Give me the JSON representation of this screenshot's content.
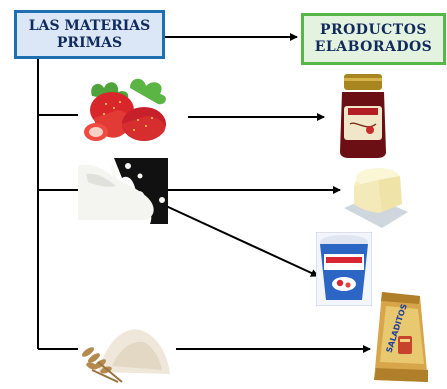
{
  "diagram": {
    "source_box": {
      "label": "LAS MATERIAS\nPRIMAS"
    },
    "target_box": {
      "label": "PRODUCTOS\nELABORADOS"
    },
    "raw_materials": [
      {
        "name": "strawberries-icon",
        "produces": [
          "jam-jar-icon"
        ]
      },
      {
        "name": "milk-splash-icon",
        "produces": [
          "cheese-icon",
          "yogurt-cup-icon"
        ]
      },
      {
        "name": "flour-and-wheat-icon",
        "produces": [
          "snack-bag-icon"
        ]
      }
    ],
    "product_labels": {
      "snack_bag": "SALADITOS"
    },
    "colors": {
      "source_border": "#1f6fb3",
      "source_fill": "#dbe7f6",
      "target_border": "#55b848",
      "target_fill": "#e4f3df",
      "text": "#102a5c",
      "line": "#000000"
    }
  }
}
